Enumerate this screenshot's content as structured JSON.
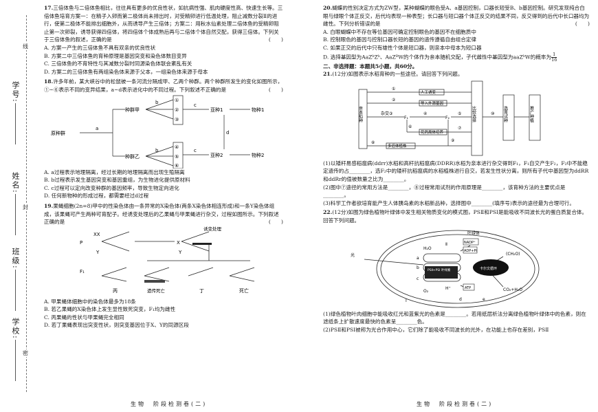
{
  "margin": {
    "xuehao": "学号:",
    "xingming": "姓名:",
    "banji": "班级:",
    "xuexiao": "学校:",
    "seal1": "线",
    "seal2": "封",
    "seal3": "密"
  },
  "q17": {
    "num": "17.",
    "text": "三倍体鱼与二倍体鱼相比，往往具有更多的优良性状，如抗病性强、肌肉硬度性高、快速生长等。三倍体鱼培育方案一：在精子入卵而第二极体尚未排出时，对受精卵进行低温处理，阻止减数分裂Ⅱ的进行，使第二极体不能排出细胞外，从而诱导产生三倍体；方案二：用秋水仙素处理二倍体鱼的受精卵阻止第一次卵裂，诱导获得四倍体，将四倍体个体成熟后再与二倍体个体自然交配，获得三倍体。下列关于三倍体鱼的叙述，正确的是",
    "paren": "(　　)",
    "options": [
      "A. 方案一产生的三倍体鱼不具有双亲的优良性状",
      "B. 方案二中三倍体鱼的育种原理是基因突变和染色体数目变异",
      "C. 三倍体鱼的不育特性与其减数分裂时同源染色体联会紊乱有关",
      "D. 方案二的三倍体鱼有两组染色体来源于父本，一组染色体来源于母本"
    ]
  },
  "q18": {
    "num": "18.",
    "text": "许多年前，某大峡谷中的松鼠被一条河流分隔成甲、乙两个种群。两个种群所发生的变化如图所示，①~⑥表示不同的变异结果，a~d表示进化中的不同过程。下列叙述不正确的是",
    "paren": "(　　)",
    "diagram": {
      "source": "原种群",
      "popA": "种群甲",
      "popB": "种群乙",
      "subA": "亚种1",
      "subB": "亚种2",
      "spA": "物种1",
      "spB": "物种2",
      "a": "a",
      "b1": "b",
      "b2": "b",
      "c1": "c",
      "c2": "c",
      "d": "d",
      "v1": "①",
      "v2": "②",
      "v3": "③",
      "v4": "④",
      "v5": "⑤",
      "v6": "⑥"
    },
    "options": [
      "A. a过程表示地理隔离，经过长期的地理隔离而出现生殖隔离",
      "B. b过程表示发生基因突变和基因重组，为生物进化提供原材料",
      "C. c过程可以定向改变种群的基因频率，导致生物定向进化",
      "D. 任何新物种的形成过程，都需要经过d过程"
    ]
  },
  "q19": {
    "num": "19.",
    "text": "果蝇细胞(2n=8)甲中的性染色体由一条异常的X染色体(两条X染色体相连形成)和一条Y染色体组成，该果蝇可产生两种可育配子。经诱变处理后的乙果蝇与甲果蝇进行杂交，过程如图所示。下列叙述正确的是",
    "paren": "(　　)",
    "diagram": {
      "P": "P",
      "XX": "XX",
      "Y": "Y",
      "X": "X",
      "treat": "诱变处理",
      "F1": "F₁",
      "bing": "丙",
      "yichuan": "遗传死亡",
      "ding": "丁",
      "si": "死亡"
    },
    "options": [
      "A. 甲果蝇体细胞中的染色体最多为18条",
      "B. 若乙果蝇的X染色体上发生显性致死突变，F₁均为雌性",
      "C. 丙果蝇的性状与甲果蝇完全相同",
      "D. 若丁果蝇表现出突变性状，则突变基因位于X、Y的同源区段"
    ]
  },
  "footer_left": "生物　阶段检测卷(二)",
  "q20": {
    "num": "20.",
    "text": "蝴蝶的性别决定方式为ZW型，某种蝴蝶的眼色受A、a基因控制，口器长短受B、b基因控制。研究发现纯合白眼与绿眼个体正反交，后代均表现一种表型；长口器与短口器个体正反交的结果不同，反交得到的后代中长口器均为雌性。下列分析错误的是",
    "paren": "(　　)",
    "options": [
      "A. 白眼蝴蝶中不存在等位基因可确定控制眼色的基因不在细胞质中",
      "B. 控制眼色的基因与控制口器长短的基因的遗传遵循自由组合定律",
      "C. 如果正交的后代中只有雄性个体是短口器，则亲本中母本为短口器",
      "D. 选择基因型为AaZᵇZᵇ、AaZᴮW的个体作为亲本随机交配，子代雌性中基因型为aaZᵇW的概率为"
    ],
    "frac_num": "1",
    "frac_den": "16"
  },
  "section2": "二、非选择题：本题共5小题，共60分。",
  "q21": {
    "num": "21.",
    "text": "(12分)如图表示水稻育种的一些途径。请回答下列问题。",
    "diagram": {
      "parents": "亲本稻种",
      "cross": "杂交",
      "F1": "F₁",
      "F2": "F₂",
      "artificial": "人工诱变",
      "import": "导入外源基因",
      "anther": "花药离体培养",
      "haploid": "单倍体植株",
      "multi": "多倍体植株",
      "compare": "比较选择",
      "select": "选育试种",
      "promote": "推广种植",
      "n1": "①",
      "n2": "②",
      "n3": "③",
      "n4": "④",
      "n5": "⑤",
      "n6": "⑥",
      "n7": "⑦",
      "n8": "⑧",
      "n9": "⑨",
      "n10": "⑩"
    },
    "sub1": "(1)以矮秆易感稻瘟病(ddrr)水稻和高秆抗稻瘟病(DDRR)水稻为亲本进行杂交得到F₁，F₁自交产生F₂，F₂中不能稳定遗传的占________，选F₂中的矮秆抗稻瘟病的水稻植株进行自交，若发生性状分离，则所有子代中基因型为ddRR和ddRr的值被数量之比为________。",
    "sub2": "(2)图中⑦途径的常用方法是________，⑧过程常用试剂的作用原理是________，该育种方法的主要优点是________。",
    "sub3": "(3)科学工作者欲培育能产生人体胰岛素的水稻新品种，选择图中________(填序号)表示的途径最为合理可行。"
  },
  "q22": {
    "num": "22.",
    "text": "(12分)如图为绿色植物叶绿体中发生相关物质变化的模式图，PSⅡ和PSⅠ是能吸收不同波长光的蛋白质复合体。回答下列问题。",
    "diagram": {
      "chloroplast": "叶绿体",
      "light": "光",
      "h2o": "H₂O",
      "nadp": "NADP⁺",
      "adp": "ADP+Pi",
      "ps": "PSⅡ+PSⅠ 叶绿素",
      "cycle": "卡尔文循环",
      "o2": "O₂",
      "atp": "ATP",
      "ch2o": "(CH₂O)",
      "co2": "CO₂+H₂O",
      "a": "a",
      "b": "b",
      "c": "c",
      "d": "d",
      "e": "e",
      "roman1": "Ⅰ",
      "roman2": "Ⅱ",
      "h": "H⁺"
    },
    "sub1": "(1)绿色植物叶肉细胞中能吸收红光和蓝紫光的色素是________。若用纸层析法分离绿色植物叶绿体中的色素，则在滤纸条上扩散速度最快的色素呈________色。",
    "sub2": "(2)PSⅡ和PSⅠ被称为光合作用中心，它们除了能吸收不同波长的光外，在功能上也存在差别，PSⅡ"
  },
  "footer_right": "生物　阶段检测卷(二)"
}
